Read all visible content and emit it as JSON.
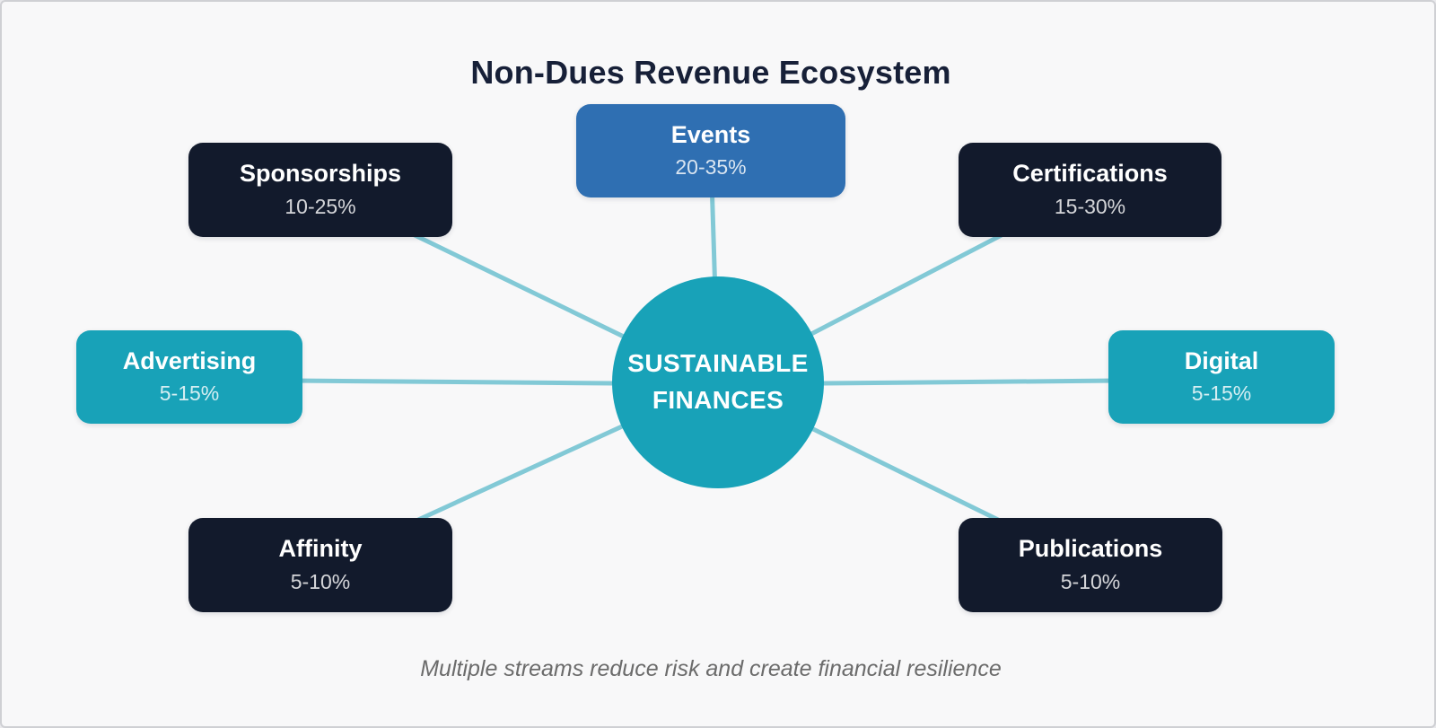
{
  "title": "Non-Dues Revenue Ecosystem",
  "caption": "Multiple streams reduce risk and create financial resilience",
  "hub": {
    "label": "SUSTAINABLE FINANCES",
    "color": "#18a2b8"
  },
  "colors": {
    "background": "#f8f8f9",
    "border": "#cfd0d4",
    "title": "#172038",
    "caption": "#6b6b6b",
    "connector": "#82c9d6",
    "teal": "#18a2b8",
    "dark_navy": "#121a2c",
    "blue": "#2f6fb2"
  },
  "nodes": [
    {
      "id": "events",
      "label": "Events",
      "value": "20-35%",
      "color": "#2f6fb2"
    },
    {
      "id": "sponsorships",
      "label": "Sponsorships",
      "value": "10-25%",
      "color": "#121a2c"
    },
    {
      "id": "certifications",
      "label": "Certifications",
      "value": "15-30%",
      "color": "#121a2c"
    },
    {
      "id": "advertising",
      "label": "Advertising",
      "value": "5-15%",
      "color": "#18a2b8"
    },
    {
      "id": "digital",
      "label": "Digital",
      "value": "5-15%",
      "color": "#18a2b8"
    },
    {
      "id": "affinity",
      "label": "Affinity",
      "value": "5-10%",
      "color": "#121a2c"
    },
    {
      "id": "publications",
      "label": "Publications",
      "value": "5-10%",
      "color": "#121a2c"
    }
  ]
}
